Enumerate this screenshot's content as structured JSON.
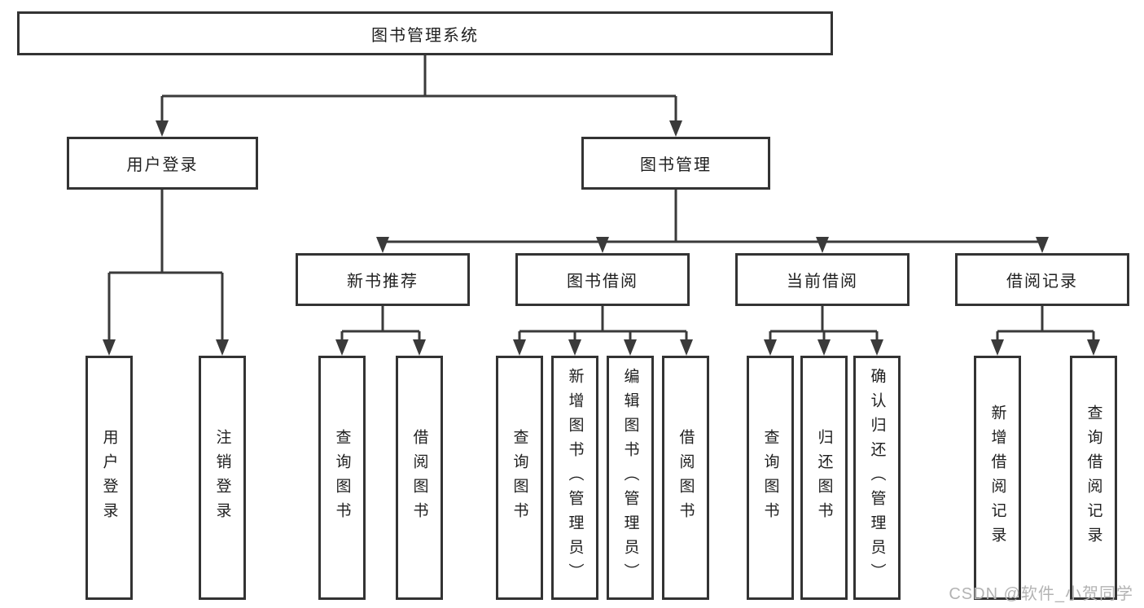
{
  "diagram": {
    "root": {
      "label": "图书管理系统"
    },
    "branches": [
      {
        "label": "用户登录",
        "leaves": [
          "用户登录",
          "注销登录"
        ]
      },
      {
        "label": "图书管理",
        "groups": [
          {
            "label": "新书推荐",
            "leaves": [
              "查询图书",
              "借阅图书"
            ]
          },
          {
            "label": "图书借阅",
            "leaves": [
              "查询图书",
              "新增图书（管理员）",
              "编辑图书（管理员）",
              "借阅图书"
            ]
          },
          {
            "label": "当前借阅",
            "leaves": [
              "查询图书",
              "归还图书",
              "确认归还（管理员）"
            ]
          },
          {
            "label": "借阅记录",
            "leaves": [
              "新增借阅记录",
              "查询借阅记录"
            ]
          }
        ]
      }
    ]
  },
  "watermark": {
    "text": "CSDN @软件_小贺同学"
  },
  "colors": {
    "line": "#3a3a3a",
    "box_border": "#333333",
    "text": "#1f1f1f",
    "watermark": "#b3b3b3",
    "background": "#ffffff"
  }
}
